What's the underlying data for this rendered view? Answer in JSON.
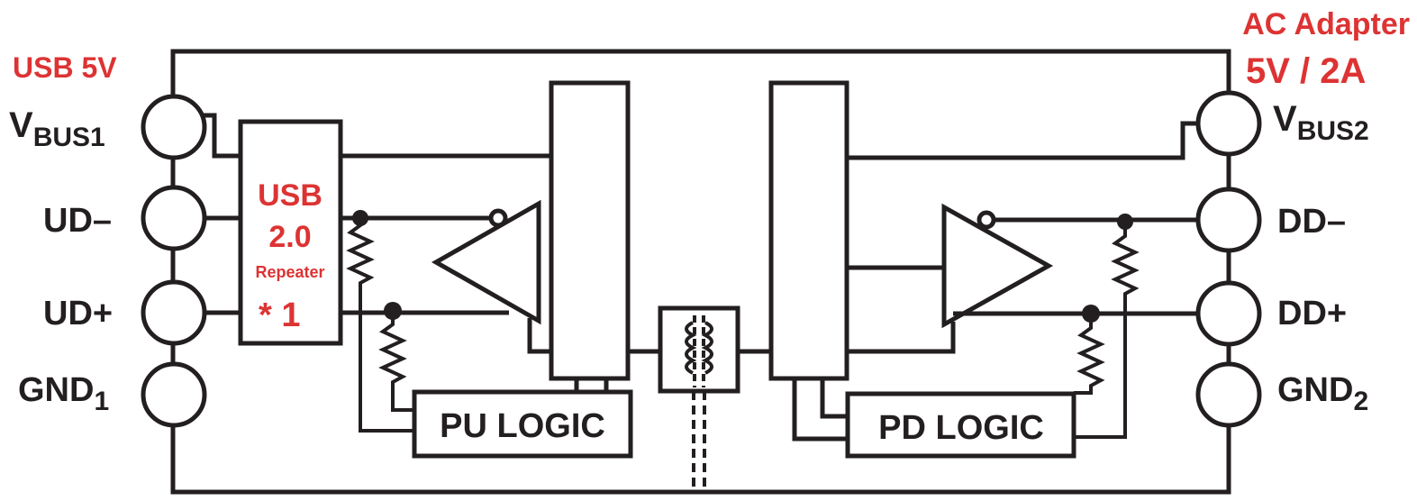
{
  "colors": {
    "ink": "#231f20",
    "annotation_red": "#dd3333",
    "background": "#ffffff"
  },
  "annotations": {
    "usb_source": "USB 5V",
    "ac_adapter_title": "AC Adapter",
    "ac_adapter_rating": "5V / 2A",
    "repeater_line1": "USB",
    "repeater_line2": "2.0",
    "repeater_line3": "Repeater",
    "footnote_mark": "* 1"
  },
  "pins_left": {
    "vbus1": {
      "main": "V",
      "sub": "BUS1"
    },
    "ud_minus": "UD–",
    "ud_plus": "UD+",
    "gnd1": {
      "main": "GND",
      "sub": "1"
    }
  },
  "pins_right": {
    "vbus2": {
      "main": "V",
      "sub": "BUS2"
    },
    "dd_minus": "DD–",
    "dd_plus": "DD+",
    "gnd2": {
      "main": "GND",
      "sub": "2"
    }
  },
  "blocks": {
    "pu_logic": "PU LOGIC",
    "pd_logic": "PD LOGIC"
  },
  "icons": [
    "transformer-icon",
    "resistor-icon",
    "buffer-triangle-icon",
    "pin-circle-icon"
  ]
}
